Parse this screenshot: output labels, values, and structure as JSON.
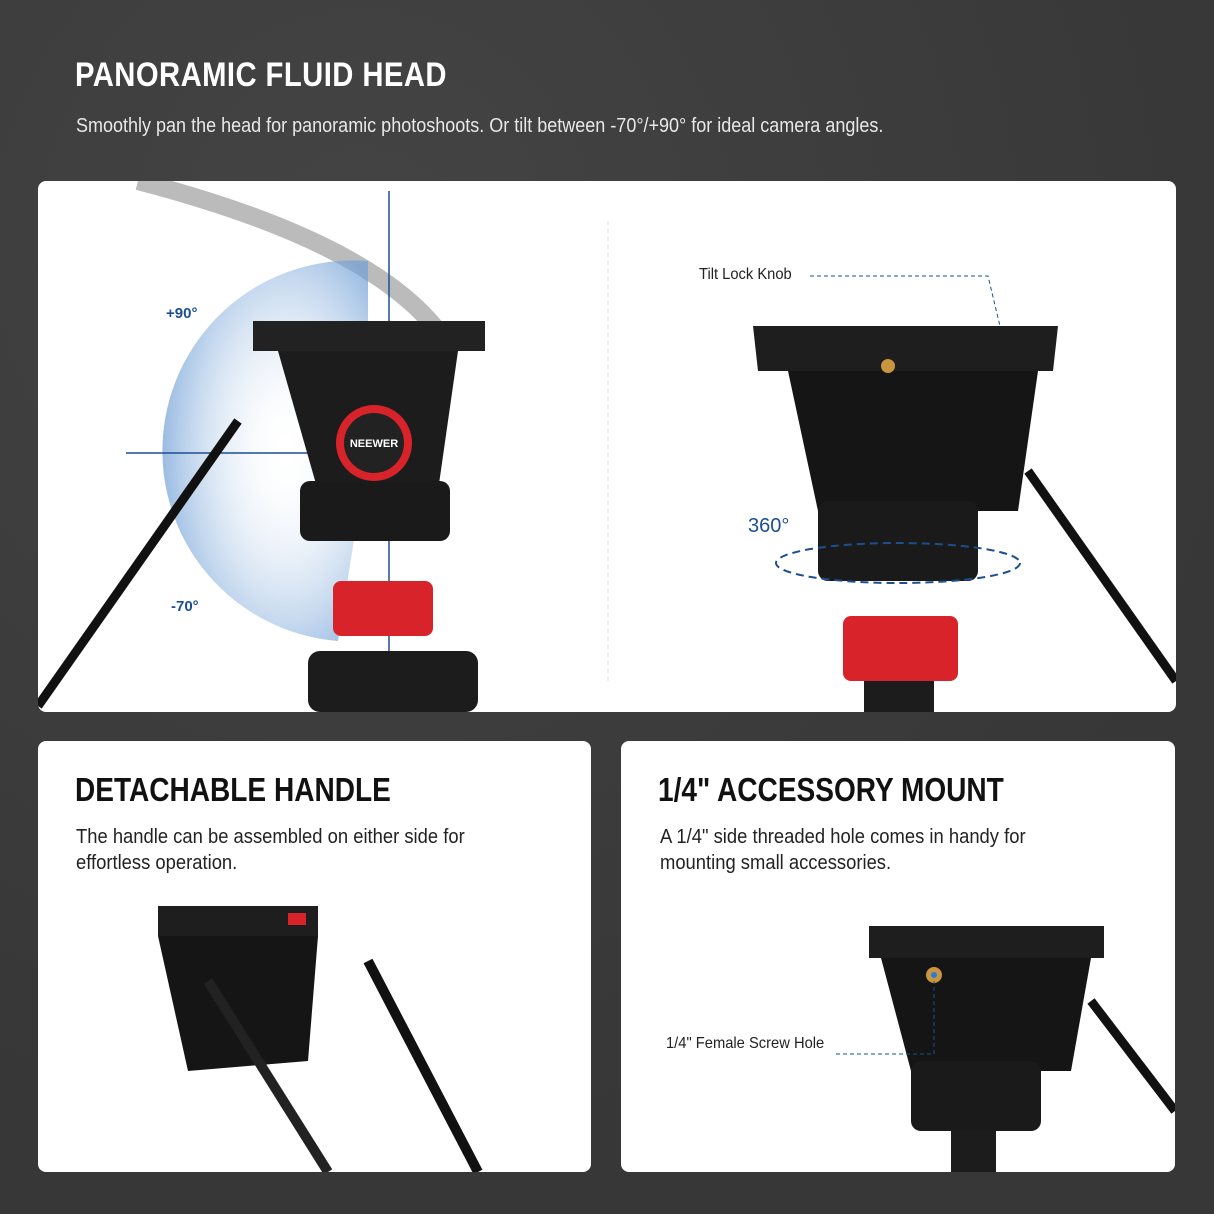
{
  "header": {
    "title": "PANORAMIC FLUID HEAD",
    "subtitle": "Smoothly pan the head for panoramic photoshoots. Or tilt between -70°/+90° for ideal camera angles."
  },
  "top_panel": {
    "angle_up": "+90°",
    "angle_down": "-70°",
    "pan_angle": "360°",
    "callout": "Tilt Lock Knob",
    "logo": "NEEWER"
  },
  "handle_panel": {
    "title": "DETACHABLE HANDLE",
    "text": "The handle can be assembled on either side for effortless operation."
  },
  "mount_panel": {
    "title": "1/4\" ACCESSORY MOUNT",
    "text": "A 1/4\" side threaded hole comes in handy for mounting small accessories.",
    "callout": "1/4\" Female Screw Hole"
  },
  "colors": {
    "accent_blue": "#1d4f8f",
    "accent_red": "#d8232a",
    "background": "#3b3b3b"
  }
}
